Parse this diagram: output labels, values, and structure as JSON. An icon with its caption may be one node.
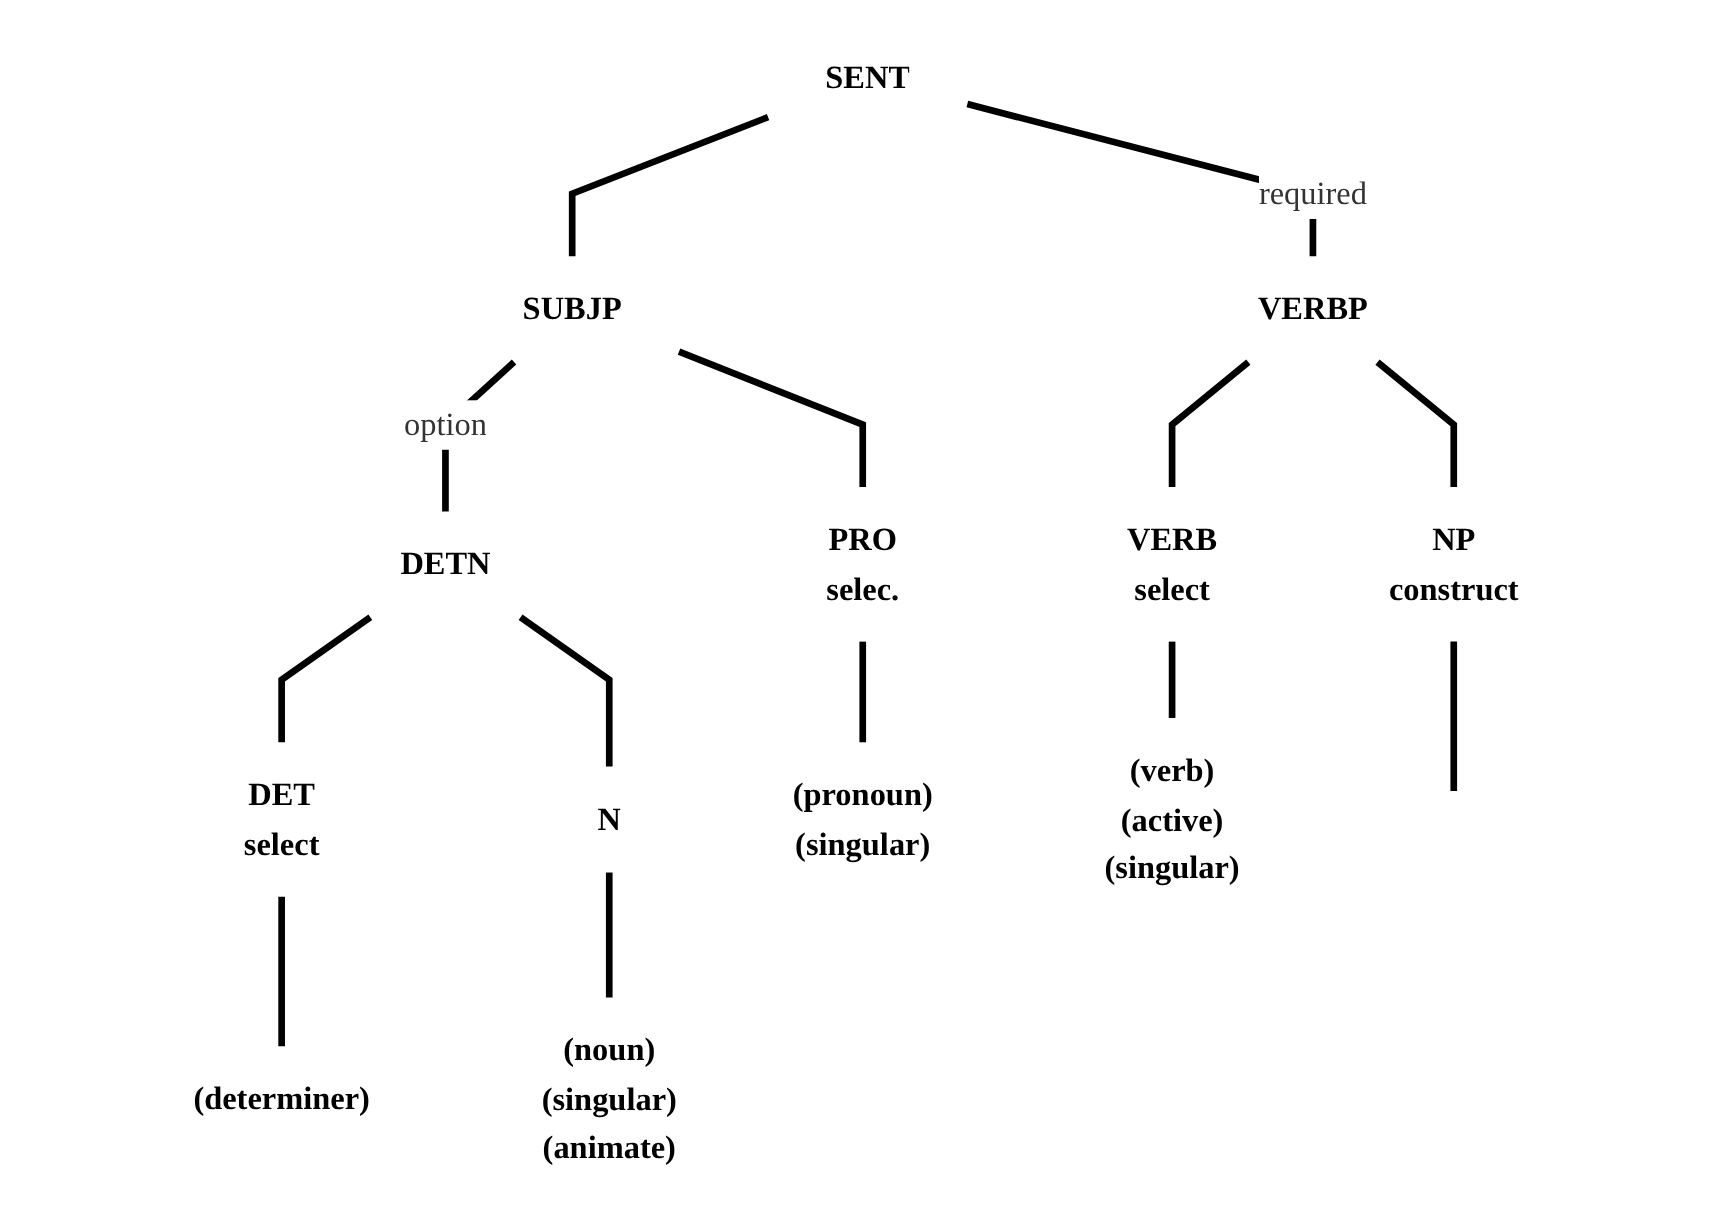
{
  "diagram": {
    "nodes": [
      {
        "text": [
          "SENT"
        ]
      },
      {
        "text": [
          "SUBJP"
        ]
      },
      {
        "text": [
          "VERBP"
        ]
      },
      {
        "text": [
          "PRO",
          "selec."
        ]
      },
      {
        "text": [
          "DETN"
        ]
      },
      {
        "text": [
          "VERB",
          "select"
        ]
      },
      {
        "text": [
          "NP",
          "construct"
        ]
      },
      {
        "text": [
          "DET",
          "select"
        ]
      },
      {
        "text": [
          "N"
        ]
      },
      {
        "text": [
          "(pronoun)",
          "(singular)"
        ]
      },
      {
        "text": [
          "(verb)",
          "(active)",
          "(singular)"
        ]
      },
      {
        "text": [
          "(determiner)"
        ]
      },
      {
        "text": [
          "(noun)",
          "(singular)",
          "(animate)"
        ]
      }
    ],
    "edges": [
      {
        "from": 0,
        "to": 1,
        "arrow": "none"
      },
      {
        "from": 0,
        "to": 2,
        "arrow": "none",
        "label": "required"
      },
      {
        "from": 1,
        "to": 3,
        "arrow": "none"
      },
      {
        "from": 1,
        "to": 4,
        "arrow": "none",
        "label": "option"
      },
      {
        "from": 2,
        "to": 5,
        "arrow": "none"
      },
      {
        "from": 2,
        "to": 6,
        "arrow": "none"
      },
      {
        "from": 4,
        "to": 7,
        "arrow": "none"
      },
      {
        "from": 4,
        "to": 8,
        "arrow": "none"
      },
      {
        "from": 3,
        "to": 9,
        "arrow": "none"
      },
      {
        "from": 5,
        "to": 10,
        "arrow": "none"
      },
      {
        "from": 7,
        "to": 11,
        "arrow": "none"
      },
      {
        "from": 8,
        "to": 12,
        "arrow": "none"
      },
      {
        "from": 6,
        "to": null,
        "arrow": "none"
      }
    ]
  }
}
